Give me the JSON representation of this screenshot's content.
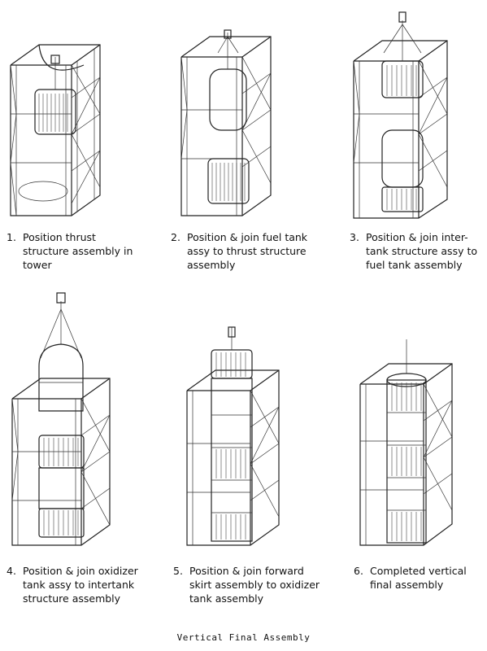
{
  "steps": [
    {
      "num": "1.",
      "text": "Position thrust structure assembly in tower"
    },
    {
      "num": "2.",
      "text": "Position & join fuel tank assy to thrust structure assembly"
    },
    {
      "num": "3.",
      "text": "Position & join inter- tank structure assy to fuel tank assembly"
    },
    {
      "num": "4.",
      "text": "Position & join oxidizer tank assy to intertank structure assembly"
    },
    {
      "num": "5.",
      "text": "Position & join forward skirt assembly to oxidizer tank assembly"
    },
    {
      "num": "6.",
      "text": "Completed vertical final assembly"
    }
  ],
  "caption": "Vertical Final Assembly"
}
